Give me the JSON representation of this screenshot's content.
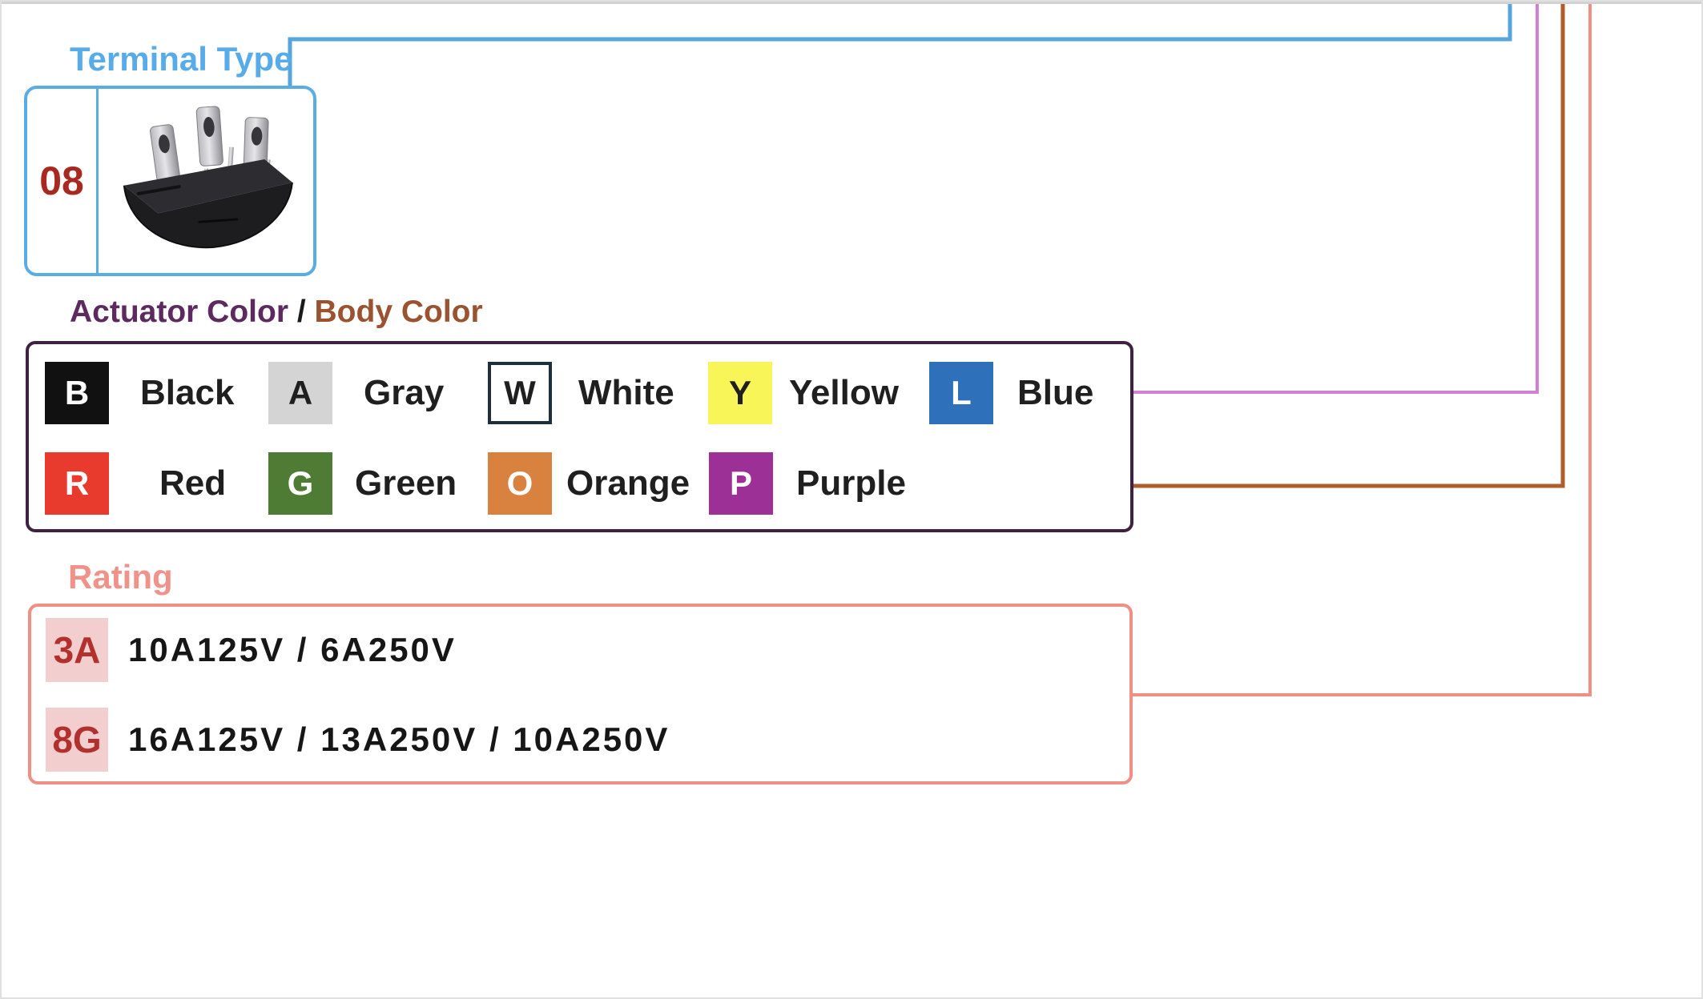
{
  "frame": {
    "background": "#ffffff",
    "top_edge_color": "#d2d2d2"
  },
  "terminal_type": {
    "heading": "Terminal Type",
    "heading_color": "#56abe8",
    "box_border_color": "#5aade4",
    "code": "08",
    "code_color": "#a8291f",
    "connector_color": "#54a6dd"
  },
  "actuator_body_color": {
    "heading_actuator": "Actuator Color",
    "heading_separator": " / ",
    "heading_body": "Body Color",
    "heading_actuator_color": "#5c2a5e",
    "heading_separator_color": "#1a1a1a",
    "heading_body_color": "#9a5230",
    "box_border_color": "#3f2142",
    "actuator_connector_color": "#d07fd3",
    "body_connector_color": "#b05c2c",
    "items": [
      {
        "code": "B",
        "label": "Black",
        "bg": "#111111",
        "fg": "#ffffff"
      },
      {
        "code": "A",
        "label": "Gray",
        "bg": "#d4d4d4",
        "fg": "#1f1f1f"
      },
      {
        "code": "W",
        "label": "White",
        "bg": "#ffffff",
        "fg": "#1f1f1f",
        "border": "#1d2e3c"
      },
      {
        "code": "Y",
        "label": "Yellow",
        "bg": "#f8f558",
        "fg": "#1f1f1f"
      },
      {
        "code": "L",
        "label": "Blue",
        "bg": "#2f70ba",
        "fg": "#ffffff"
      },
      {
        "code": "R",
        "label": "Red",
        "bg": "#e83a2d",
        "fg": "#ffffff"
      },
      {
        "code": "G",
        "label": "Green",
        "bg": "#4e7c34",
        "fg": "#ffffff"
      },
      {
        "code": "O",
        "label": "Orange",
        "bg": "#d9813f",
        "fg": "#ffffff"
      },
      {
        "code": "P",
        "label": "Purple",
        "bg": "#9c3097",
        "fg": "#ffffff"
      }
    ]
  },
  "rating": {
    "heading": "Rating",
    "heading_color": "#f0918a",
    "box_border_color": "#ef8f85",
    "connector_color": "#ef8f85",
    "code_bg": "#f2cfce",
    "code_color": "#b2312e",
    "items": [
      {
        "code": "3A",
        "text": "10A125V / 6A250V"
      },
      {
        "code": "8G",
        "text": "16A125V / 13A250V / 10A250V"
      }
    ]
  }
}
